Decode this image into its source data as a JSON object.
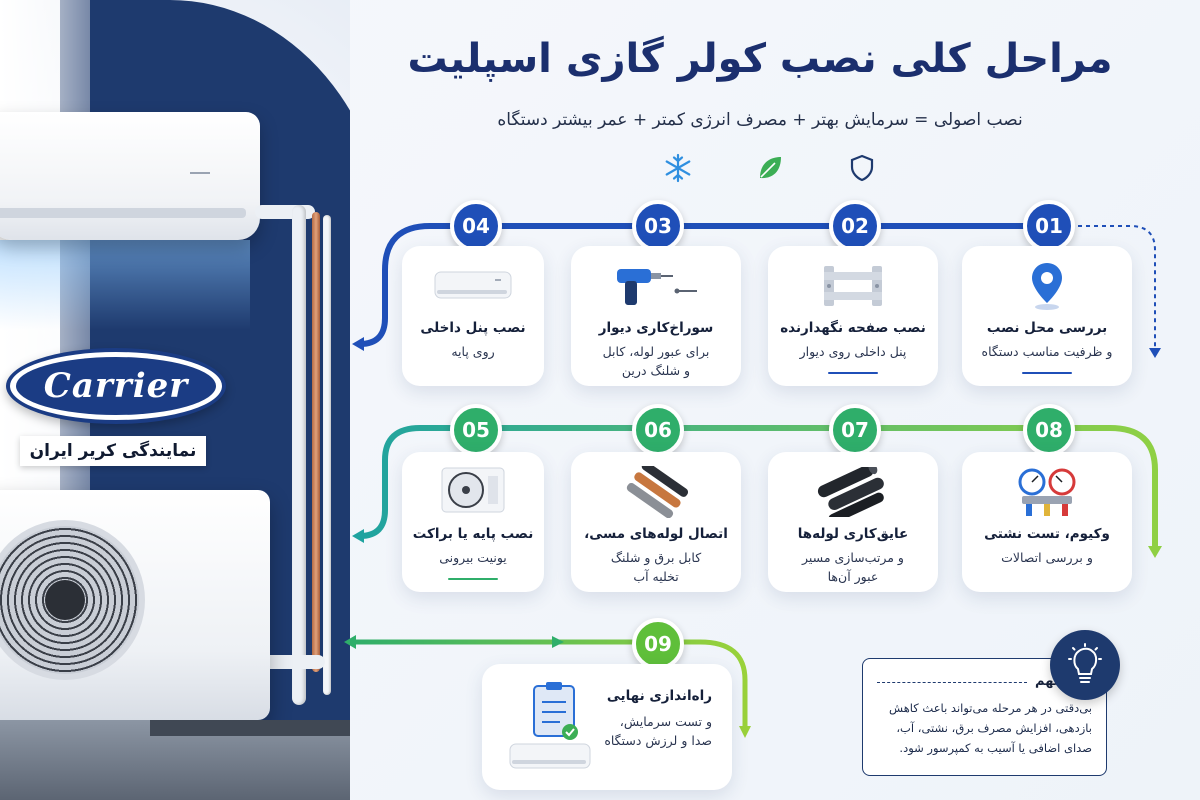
{
  "header": {
    "title": "مراحل کلی نصب کولر گازی اسپلیت",
    "subtitle": "نصب اصولی = سرمایش بهتر + مصرف انرژی کمتر + عمر بیشتر دستگاه",
    "icons": [
      "snowflake-icon",
      "leaf-icon",
      "shield-icon"
    ]
  },
  "brand": {
    "logo_text": "Carrier",
    "dealer": "نمایندگی کریر ایران"
  },
  "colors": {
    "blue": "#1f4fb8",
    "green": "#2fae6a",
    "lime": "#5fbf3a",
    "navy": "#1e3a6e"
  },
  "steps": [
    {
      "num": "01",
      "title": "بررسی محل نصب",
      "desc1": "و ظرفیت مناسب دستگاه",
      "desc2": "",
      "icon": "location-pin-icon"
    },
    {
      "num": "02",
      "title": "نصب صفحه نگهدارنده",
      "desc1": "پنل داخلی روی دیوار",
      "desc2": "",
      "icon": "wall-plate-icon"
    },
    {
      "num": "03",
      "title": "سوراخ‌کاری دیوار",
      "desc1": "برای عبور لوله، کابل",
      "desc2": "و شلنگ درین",
      "icon": "drill-icon"
    },
    {
      "num": "04",
      "title": "نصب پنل داخلی",
      "desc1": "روی پایه",
      "desc2": "",
      "icon": "indoor-unit-icon"
    },
    {
      "num": "05",
      "title": "نصب پایه یا براکت",
      "desc1": "یونیت بیرونی",
      "desc2": "",
      "icon": "outdoor-unit-icon"
    },
    {
      "num": "06",
      "title": "اتصال لوله‌های مسی،",
      "desc1": "کابل برق و شلنگ",
      "desc2": "تخلیه آب",
      "icon": "copper-pipes-icon"
    },
    {
      "num": "07",
      "title": "عایق‌کاری لوله‌ها",
      "desc1": "و مرتب‌سازی مسیر",
      "desc2": "عبور آن‌ها",
      "icon": "insulation-icon"
    },
    {
      "num": "08",
      "title": "وکیوم، تست نشتی",
      "desc1": "و بررسی اتصالات",
      "desc2": "",
      "icon": "gauge-manifold-icon"
    },
    {
      "num": "09",
      "title": "راه‌اندازی نهایی",
      "desc1": "و تست سرمایش،",
      "desc2": "صدا و لرزش دستگاه",
      "icon": "checklist-icon"
    }
  ],
  "note": {
    "title": "نکته مهم",
    "line1": "بی‌دقتی در هر مرحله می‌تواند باعث کاهش",
    "line2": "بازدهی، افزایش مصرف برق، نشتی، آب،",
    "line3": "صدای اضافی یا آسیب به کمپرسور شود."
  }
}
